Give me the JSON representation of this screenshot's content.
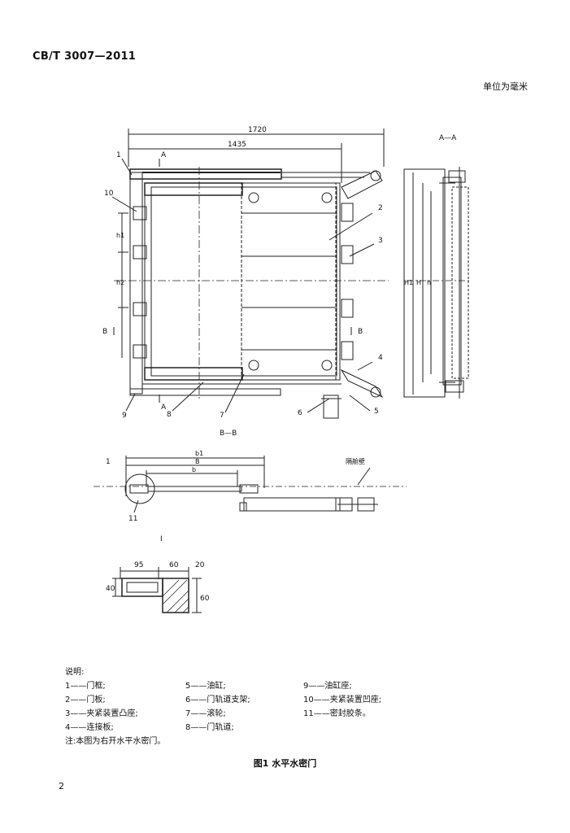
{
  "header": {
    "standard_code": "CB/T 3007—2011",
    "unit_note": "单位为毫米"
  },
  "drawing": {
    "dim_1720": "1720",
    "dim_1435": "1435",
    "section_aa": "A—A",
    "section_bb": "B—B",
    "mark_A": "A",
    "mark_B": "B",
    "detail_I": "I",
    "dim_95": "95",
    "dim_60": "60",
    "dim_40": "40",
    "dim_60v": "60",
    "dim_20": "20",
    "dim_b1": "b1",
    "dim_b": "b",
    "dim_B": "B",
    "dim_h1": "h1",
    "dim_h2": "h2",
    "dim_H1": "H1",
    "dim_H": "H",
    "dim_h": "h",
    "bulkhead_label": "隔舱壁",
    "callouts": [
      "1",
      "2",
      "3",
      "4",
      "5",
      "6",
      "7",
      "8",
      "9",
      "10",
      "11"
    ]
  },
  "notes": {
    "heading": "说明:",
    "items": [
      [
        "1——门框;",
        "5——油缸;",
        "9——油缸座;"
      ],
      [
        "2——门板;",
        "6——门轨道支架;",
        "10——夹紧装置凹座;"
      ],
      [
        "3——夹紧装置凸座;",
        "7——滚轮;",
        "11——密封胶条。"
      ],
      [
        "4——连接板;",
        "8——门轨道;",
        ""
      ]
    ],
    "remark": "注:本图为右开水平水密门。"
  },
  "caption": "图1  水平水密门",
  "page_number": "2"
}
